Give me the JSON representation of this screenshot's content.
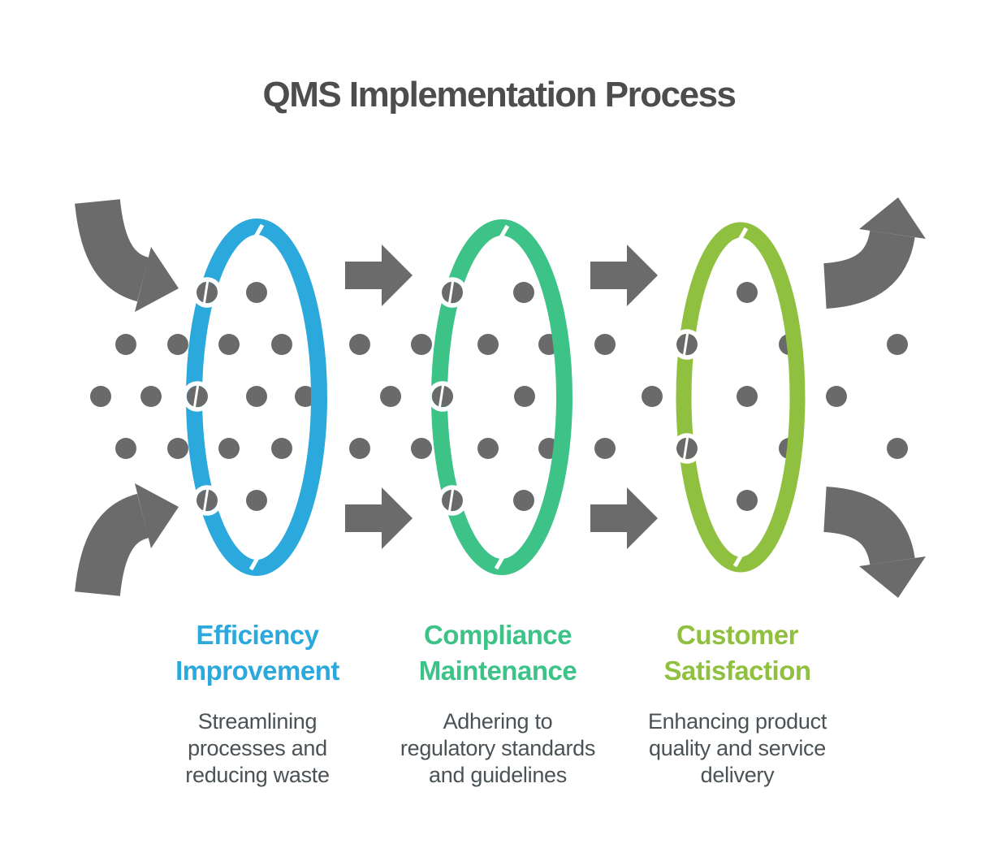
{
  "title": "QMS Implementation Process",
  "colors": {
    "background": "#ffffff",
    "title_text": "#4D4D4D",
    "flow_arrow_gray": "#6B6B6B",
    "dot_gray": "#6A6A6A",
    "description_text": "#4A5256",
    "stage_blue": "#2CA9DC",
    "stage_green": "#3DC287",
    "stage_olive": "#8FC03F"
  },
  "stages": [
    {
      "name": "Efficiency Improvement",
      "name_lines": [
        "Efficiency",
        "Improvement"
      ],
      "description": "Streamlining processes and reducing waste",
      "desc_lines": [
        "Streamlining",
        "processes and",
        "reducing waste"
      ],
      "color": "#2CA9DC"
    },
    {
      "name": "Compliance Maintenance",
      "name_lines": [
        "Compliance",
        "Maintenance"
      ],
      "description": "Adhering to regulatory standards and guidelines",
      "desc_lines": [
        "Adhering to",
        "regulatory standards",
        "and guidelines"
      ],
      "color": "#3DC287"
    },
    {
      "name": "Customer Satisfaction",
      "name_lines": [
        "Customer",
        "Satisfaction"
      ],
      "description": "Enhancing product quality and service delivery",
      "desc_lines": [
        "Enhancing product",
        "quality and service",
        "delivery"
      ],
      "color": "#8FC03F"
    }
  ]
}
